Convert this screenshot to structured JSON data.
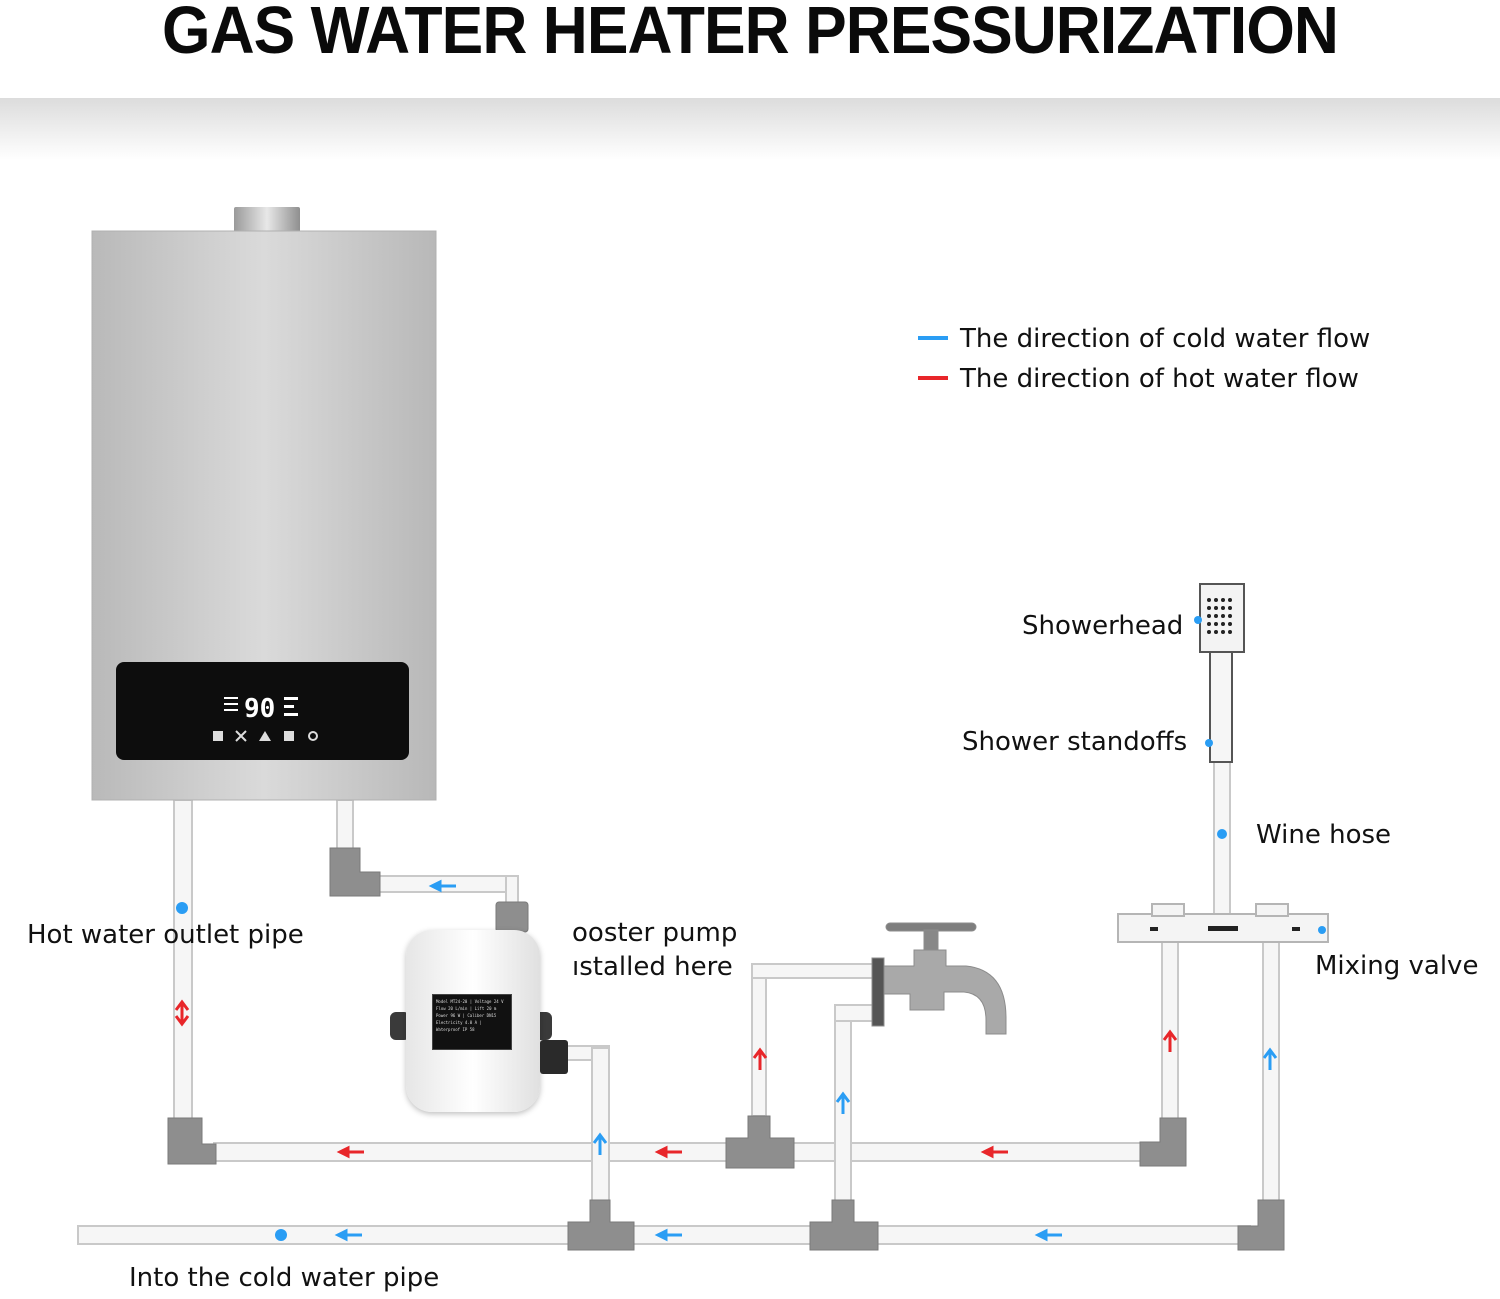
{
  "title": "GAS WATER HEATER PRESSURIZATION",
  "legend": {
    "cold": {
      "label": "The direction of cold water flow",
      "color": "#2a9df4"
    },
    "hot": {
      "label": "The direction of hot water flow",
      "color": "#e8262a"
    }
  },
  "heater": {
    "display_value": "90",
    "body_color": "#c9c9c9",
    "panel_color": "#0d0d0d"
  },
  "labels": {
    "showerhead": "Showerhead",
    "shower_standoffs": "Shower standoffs",
    "wine_hose": "Wine hose",
    "hot_water_outlet_pipe": "Hot water outlet pipe",
    "booster_pump_line1": "ooster pump",
    "booster_pump_line2": "ıstalled here",
    "mixing_valve": "Mixing valve",
    "cold_water_pipe": "Into the cold water pipe"
  },
  "pump_plate": {
    "rows": [
      [
        "Model",
        "MT24-20",
        "Voltage",
        "24",
        "V"
      ],
      [
        "Flow",
        "20",
        "L/min",
        "Lift",
        "20",
        "m"
      ],
      [
        "Power",
        "96",
        "W",
        "Caliber",
        "DN15"
      ],
      [
        "Electricity",
        "4.0",
        "A",
        "Waterproof",
        "IP 58"
      ]
    ]
  }
}
